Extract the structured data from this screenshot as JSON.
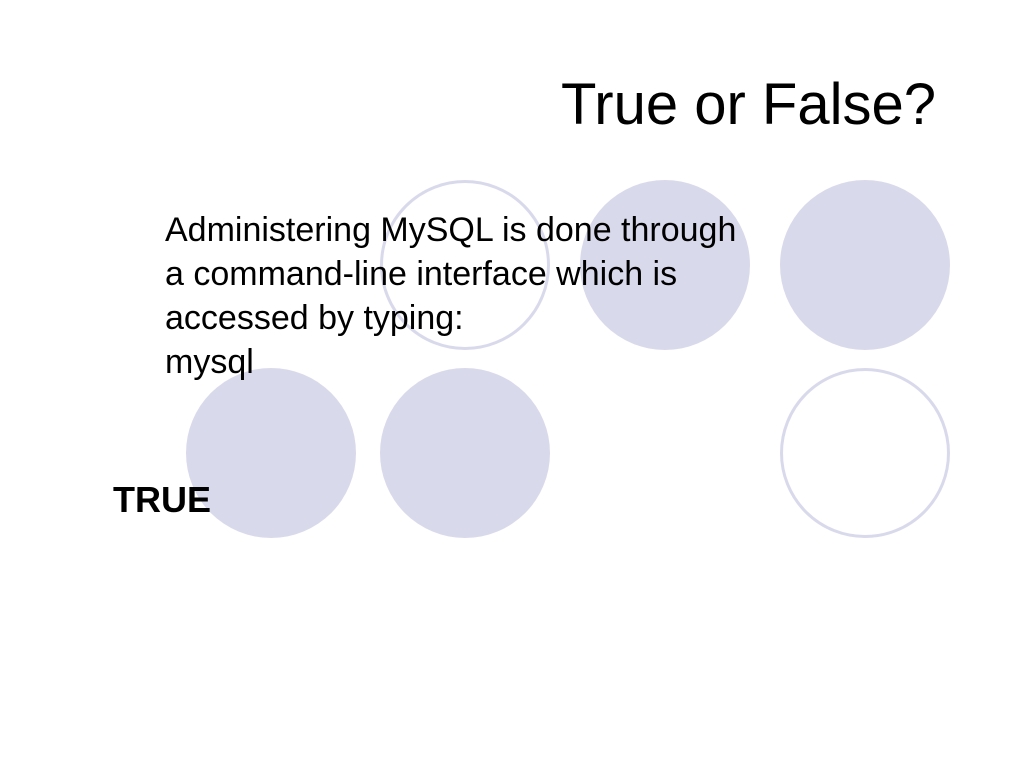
{
  "slide": {
    "title": "True or False?",
    "question_lines": [
      "Administering MySQL is done through",
      "a command-line interface which is",
      "accessed by typing:",
      "mysql"
    ],
    "answer": "TRUE"
  },
  "colors": {
    "circle_fill": "#d9d9ec",
    "text": "#000000",
    "background": "#ffffff"
  }
}
